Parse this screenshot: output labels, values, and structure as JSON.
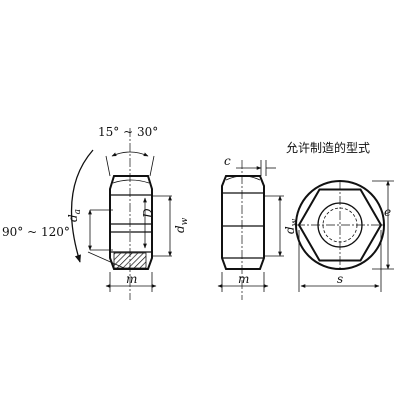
{
  "labels": {
    "top_angle": "15° ~ 30°",
    "side_angle": "90° ~ 120°",
    "c": "c",
    "da": "d",
    "da_sub": "a",
    "D": "D",
    "dw_a": "d",
    "dw_a_sub": "w",
    "dw_b": "d",
    "dw_b_sub": "w",
    "m_a": "m",
    "m_b": "m",
    "s": "s",
    "e": "e",
    "allowed_type": "允许制造的型式"
  },
  "colors": {
    "line": "#111111",
    "watermark": "#c9c9c9",
    "background": "#ffffff"
  }
}
